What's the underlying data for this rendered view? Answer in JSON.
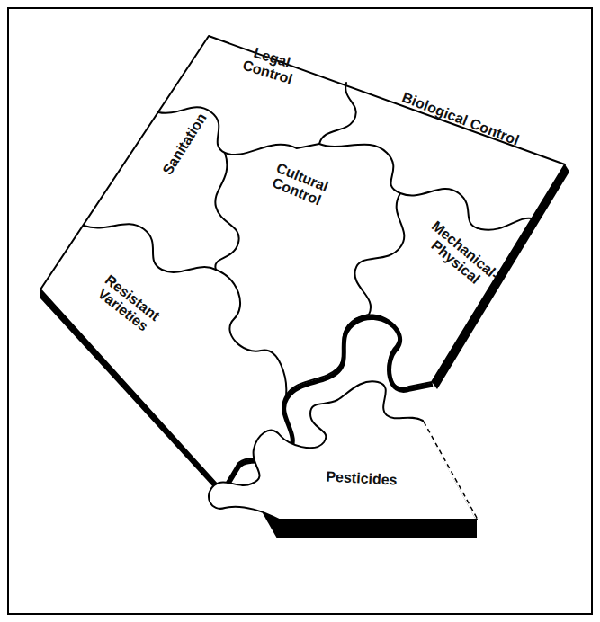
{
  "diagram": {
    "nodes": [
      {
        "text": [
          "Legal Control"
        ]
      },
      {
        "text": [
          "Biological Control"
        ]
      },
      {
        "text": [
          "Sanitation"
        ]
      },
      {
        "text": [
          "Cultural Control"
        ]
      },
      {
        "text": [
          "Mechanical- Physical"
        ]
      },
      {
        "text": [
          "Resistant Varieties"
        ]
      },
      {
        "text": [
          "Pesticides"
        ]
      }
    ]
  }
}
